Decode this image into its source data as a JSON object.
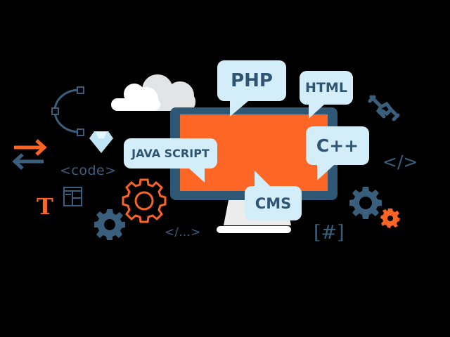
{
  "colors": {
    "background": "#000000",
    "monitor_frame": "#2f5877",
    "screen": "#fd6624",
    "bubble_bg": "#d3edf9",
    "bubble_text": "#2f5572",
    "accent_orange": "#fb6425",
    "icon_blue": "#3a5f7d",
    "cloud_front": "#ffffff",
    "cloud_back": "#e3e4e6",
    "stand": "#ececec",
    "diamond": "#bfe4f3"
  },
  "bubbles": {
    "php": "PHP",
    "html": "HTML",
    "cpp": "C++",
    "javascript": "JAVA SCRIPT",
    "cms": "CMS"
  },
  "decor_text": {
    "code_tag": "<code>",
    "closing_tag_small": "</…>",
    "closing_tag_right": "</>",
    "hash_bracket": "[#]",
    "type_T": "T"
  },
  "icons": [
    "bezier-curve-icon",
    "transfer-arrows-icon",
    "diamond-icon",
    "cloud-icon",
    "gear-outline-icon",
    "gear-solid-icon",
    "gear-small-icon",
    "layout-table-icon",
    "chain-link-icon",
    "monitor-icon"
  ]
}
